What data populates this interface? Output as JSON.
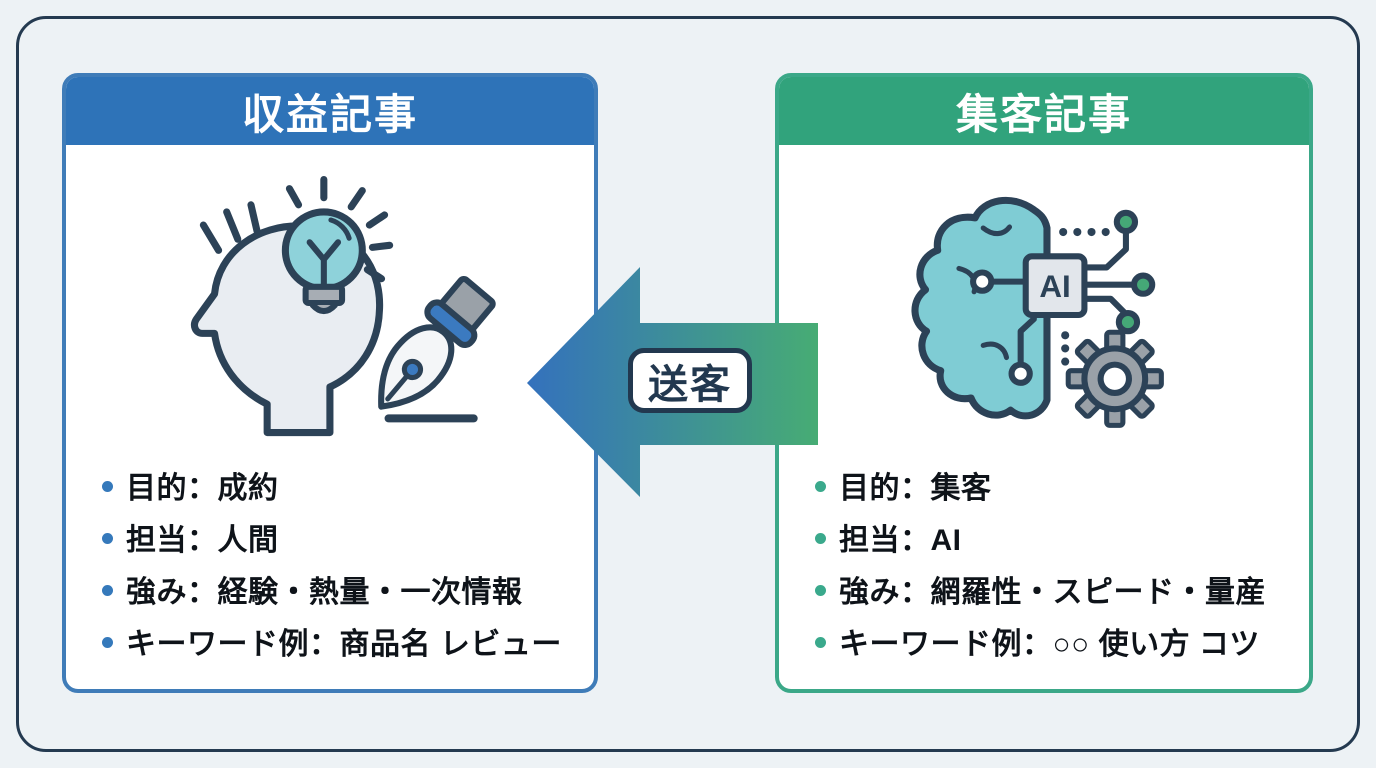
{
  "page": {
    "background_color": "#edf2f5",
    "frame_color": "#243a50"
  },
  "left_card": {
    "title": "収益記事",
    "header_color": "#2e73b8",
    "border_color": "#3f7cb8",
    "bullet_dot_color": "#3579bb",
    "icon": "head-lightbulb-pen-icon",
    "bullets": [
      "目的：成約",
      "担当：人間",
      "強み：経験・熱量・一次情報",
      "キーワード例：商品名 レビュー"
    ]
  },
  "right_card": {
    "title": "集客記事",
    "header_color": "#31a37c",
    "border_color": "#3ba888",
    "bullet_dot_color": "#3aa98c",
    "icon": "ai-brain-gear-icon",
    "chip_label": "AI",
    "bullets": [
      "目的：集客",
      "担当：AI",
      "強み：網羅性・スピード・量産",
      "キーワード例：○○ 使い方 コツ"
    ]
  },
  "arrow": {
    "label": "送客",
    "direction": "right-to-left",
    "gradient_from": "#3471bd",
    "gradient_to": "#47ac74",
    "label_color": "#22384f"
  }
}
